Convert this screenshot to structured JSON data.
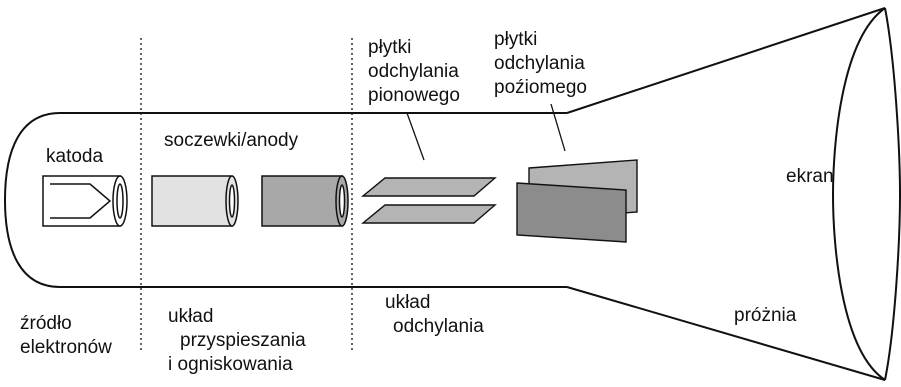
{
  "labels": {
    "katoda": "katoda",
    "soczewki": "soczewki/anody",
    "plytki_pion": [
      "płytki",
      "odchylania",
      "pionowego"
    ],
    "plytki_poz": [
      "płytki",
      "odchylania",
      "poźiomego"
    ],
    "ekran": "ekran",
    "zrodlo": [
      "źródło",
      "elektronów"
    ],
    "uklad_przysp": [
      "układ",
      "przyspieszania",
      "i ogniskowania"
    ],
    "uklad_odch": [
      "układ",
      "odchylania"
    ],
    "prozni": "próżnia"
  },
  "colors": {
    "stroke": "#111111",
    "anode_light": "#e2e2e2",
    "anode_dark": "#a8a8a8",
    "plate_fill": "#b4b4b4",
    "plate_dark": "#8c8c8c"
  }
}
